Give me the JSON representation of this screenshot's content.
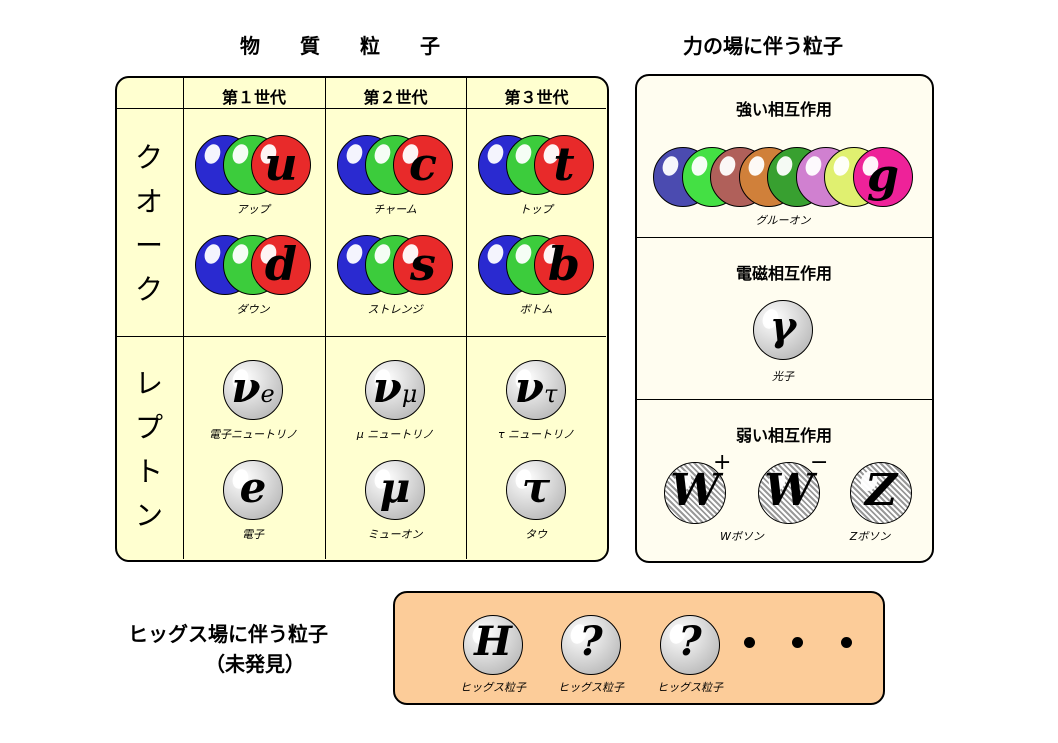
{
  "titles": {
    "matter": "物　　質　　粒　　子",
    "force": "力の場に伴う粒子"
  },
  "matter": {
    "generations": [
      "第１世代",
      "第２世代",
      "第３世代"
    ],
    "row_labels": {
      "quark": "ク\nオ\nー\nク",
      "lepton": "レ\nプ\nト\nン"
    },
    "quarks": [
      {
        "symbol": "u",
        "name": "アップ"
      },
      {
        "symbol": "c",
        "name": "チャーム"
      },
      {
        "symbol": "t",
        "name": "トップ"
      },
      {
        "symbol": "d",
        "name": "ダウン"
      },
      {
        "symbol": "s",
        "name": "ストレンジ"
      },
      {
        "symbol": "b",
        "name": "ボトム"
      }
    ],
    "leptons": [
      {
        "symbol": "ν",
        "sub": "e",
        "name": "電子ニュートリノ"
      },
      {
        "symbol": "ν",
        "sub": "μ",
        "name": "μ ニュートリノ"
      },
      {
        "symbol": "ν",
        "sub": "τ",
        "name": "τ ニュートリノ"
      },
      {
        "symbol": "e",
        "name": "電子"
      },
      {
        "symbol": "μ",
        "name": "ミューオン"
      },
      {
        "symbol": "τ",
        "name": "タウ"
      }
    ]
  },
  "force": {
    "strong": {
      "title": "強い相互作用",
      "symbol": "g",
      "name": "グルーオン",
      "colors": [
        "#4b4bb0",
        "#44e044",
        "#b0605a",
        "#d0803a",
        "#38a030",
        "#d080d0",
        "#e0f070",
        "#ee2299"
      ]
    },
    "em": {
      "title": "電磁相互作用",
      "symbol": "γ",
      "name": "光子"
    },
    "weak": {
      "title": "弱い相互作用",
      "w_plus": "W",
      "plus": "+",
      "w_minus": "W",
      "minus": "−",
      "z": "Z",
      "w_name": "Wボソン",
      "z_name": "Zボソン"
    }
  },
  "higgs": {
    "label": "ヒッグス場に伴う粒子",
    "sub": "（未発見）",
    "particles": [
      {
        "symbol": "H",
        "name": "ヒッグス粒子"
      },
      {
        "symbol": "?",
        "name": "ヒッグス粒子"
      },
      {
        "symbol": "?",
        "name": "ヒッグス粒子"
      }
    ]
  },
  "colors": {
    "matter_bg": "#ffffd0",
    "force_bg": "#fffdf0",
    "higgs_bg": "#fccc99",
    "blue": "#2a2ad0",
    "green": "#3ccc3c",
    "red": "#e82a2a"
  }
}
